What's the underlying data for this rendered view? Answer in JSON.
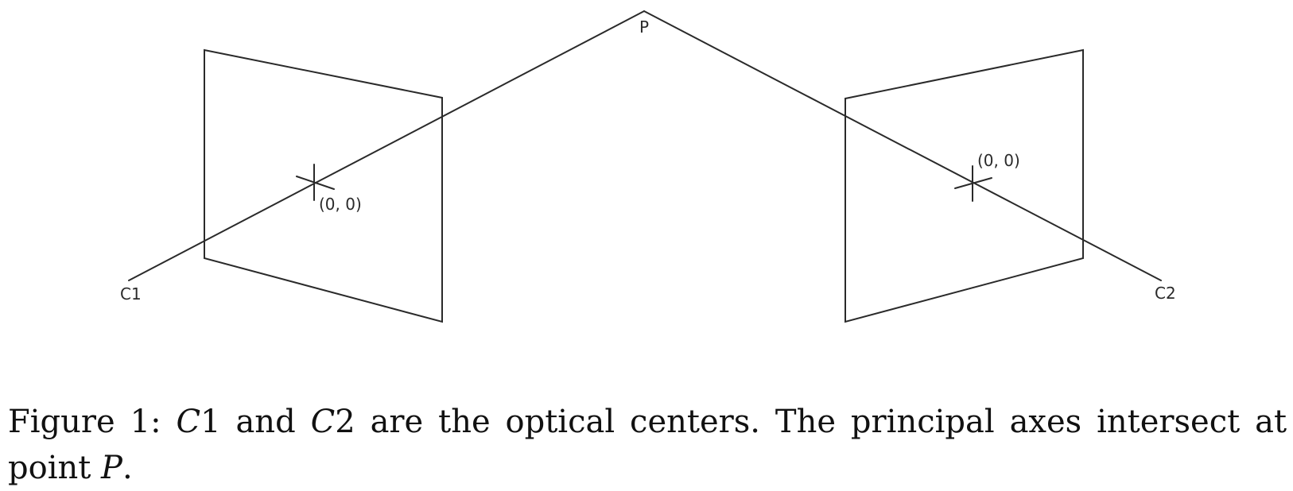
{
  "labels": {
    "point": "P",
    "center_left": "C1",
    "center_right": "C2",
    "origin_left": "(0, 0)",
    "origin_right": "(0, 0)"
  },
  "caption": {
    "prefix": "Figure 1:",
    "c1_letter": "C",
    "c1_digit": "1",
    "and": "and",
    "c2_letter": "C",
    "c2_digit": "2",
    "middle": "are the optical centers. The principal axes intersect at point",
    "p_letter": "P",
    "end": "."
  }
}
